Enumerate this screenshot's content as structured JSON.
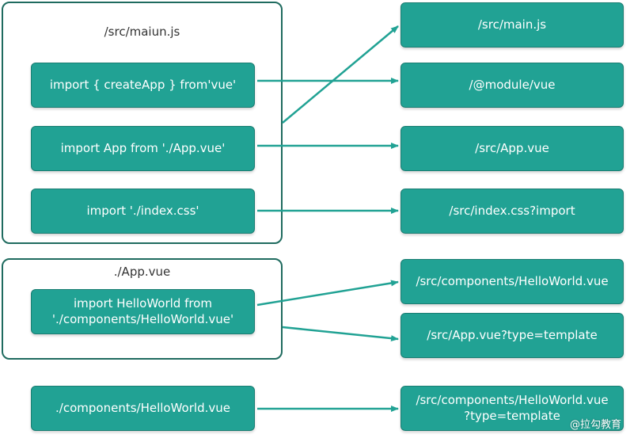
{
  "groups": {
    "main": {
      "label": "/src/maiun.js"
    },
    "app": {
      "label": "./App.vue"
    }
  },
  "sources": {
    "import_create_app": "import { createApp } from'vue'",
    "import_app": "import App from './App.vue'",
    "import_css": "import './index.css'",
    "import_helloworld": "import HelloWorld  from\n'./components/HelloWorld.vue'",
    "helloworld_file": "./components/HelloWorld.vue"
  },
  "targets": {
    "main_js": "/src/main.js",
    "module_vue": "/@module/vue",
    "app_vue": "/src/App.vue",
    "index_css": "/src/index.css?import",
    "helloworld_vue": "/src/components/HelloWorld.vue",
    "app_template": "/src/App.vue?type=template",
    "helloworld_template": "/src/components/HelloWorld.vue\n?type=template"
  },
  "watermark": "@拉勾教育",
  "colors": {
    "node_fill": "#21a294",
    "node_border": "#1a7d72",
    "group_border": "#1f6b5f",
    "arrow": "#21a294"
  }
}
